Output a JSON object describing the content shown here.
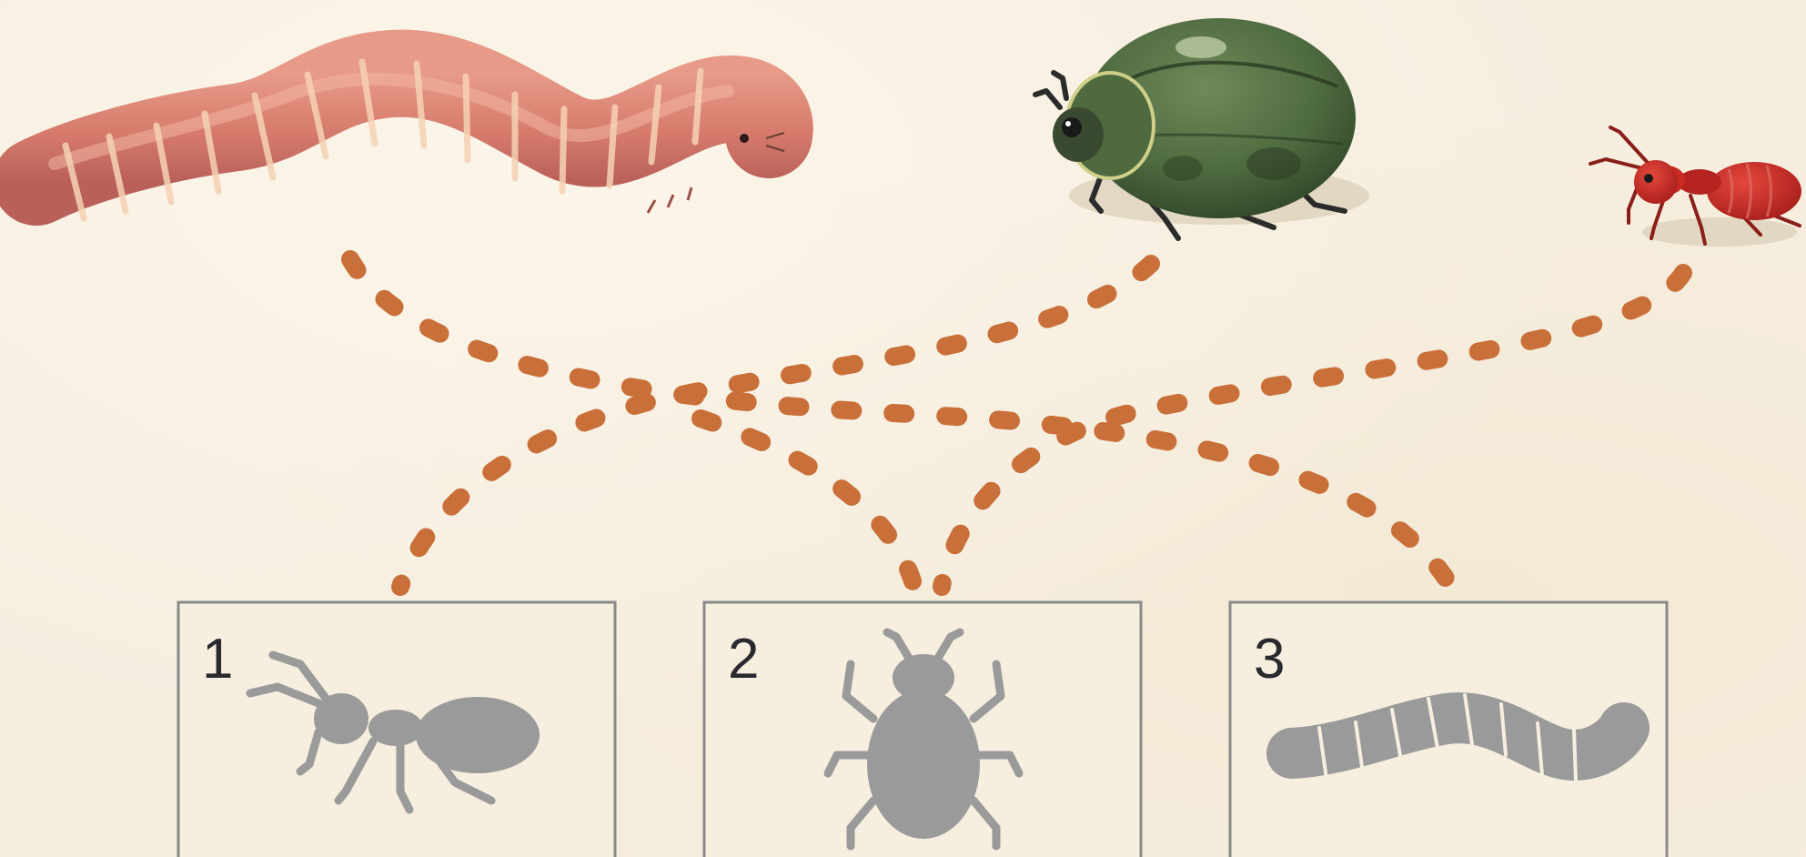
{
  "boxes": [
    {
      "number": "1",
      "silhouette": "ant-silhouette"
    },
    {
      "number": "2",
      "silhouette": "beetle-silhouette"
    },
    {
      "number": "3",
      "silhouette": "worm-silhouette"
    }
  ],
  "animals": [
    {
      "icon": "earthworm-illustration"
    },
    {
      "icon": "green-beetle-illustration"
    },
    {
      "icon": "red-ant-illustration"
    }
  ],
  "colors": {
    "background": "#f6eedf",
    "dash_line": "#c9703a",
    "silhouette": "#9a9a9a",
    "box_border": "#8a8a8a",
    "number_text": "#2a2a2e"
  }
}
